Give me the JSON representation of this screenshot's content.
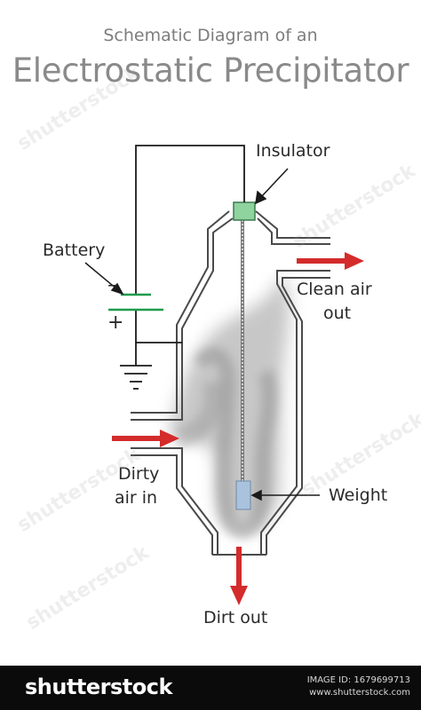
{
  "title": {
    "line1": "Schematic Diagram of an",
    "line2": "Electrostatic Precipitator"
  },
  "labels": {
    "insulator": "Insulator",
    "battery": "Battery",
    "minus": "–",
    "plus": "+",
    "clean_air_1": "Clean air",
    "clean_air_2": "out",
    "dirty_air_1": "Dirty",
    "dirty_air_2": "air in",
    "weight": "Weight",
    "dirt_out": "Dirt out"
  },
  "colors": {
    "arrow": "#d42b2b",
    "battery": "#1e9b4b",
    "insulator": "#8fd39f",
    "weight": "#a9c3de"
  },
  "watermark": {
    "brand": "shutterstock",
    "image_id": "IMAGE ID: 1679699713",
    "site": "www.shutterstock.com"
  }
}
